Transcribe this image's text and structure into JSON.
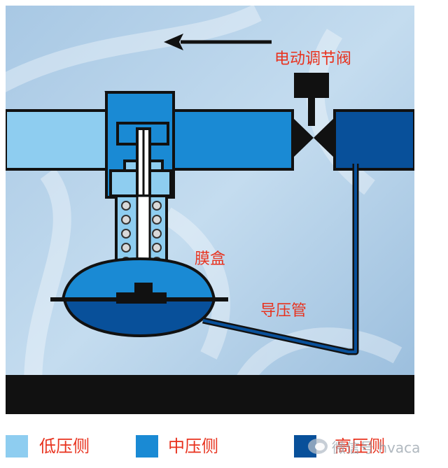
{
  "diagram": {
    "labels": {
      "valve": "电动调节阀",
      "diaphragm": "膜盒",
      "impulse_tube": "导压管"
    },
    "flow_direction": "left",
    "colors": {
      "low_pressure": "#8ecdf0",
      "mid_pressure": "#1a8ad4",
      "high_pressure": "#08509a",
      "outline": "#111111",
      "label_text": "#e8321e",
      "base": "#111111",
      "background": "#b8d4ea"
    }
  },
  "legend": [
    {
      "name": "低压侧",
      "color": "#8ecdf0"
    },
    {
      "name": "中压侧",
      "color": "#1a8ad4"
    },
    {
      "name": "高压侧",
      "color": "#08509a"
    }
  ],
  "watermark": {
    "text": "微信号 hvaca",
    "icon": "wechat-icon"
  }
}
